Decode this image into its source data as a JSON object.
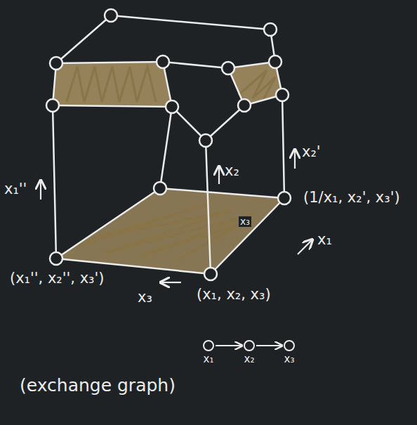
{
  "diagram": {
    "caption": "(exchange graph)",
    "nodes": [
      {
        "text": [
          "x₁"
        ]
      },
      {
        "text": [
          "x₂"
        ]
      },
      {
        "text": [
          "x₃"
        ]
      }
    ],
    "edges": [
      {
        "from": 0,
        "to": 1,
        "arrow": "to"
      },
      {
        "from": 1,
        "to": 2,
        "arrow": "to"
      }
    ],
    "labels": [
      "x₁''",
      "x₂",
      "x₂'",
      "(1/x₁, x₂', x₃')",
      "x₁",
      "x₃",
      "(x₁'', x₂'', x₃')",
      "x₃",
      "(x₁, x₂, x₃)"
    ]
  }
}
